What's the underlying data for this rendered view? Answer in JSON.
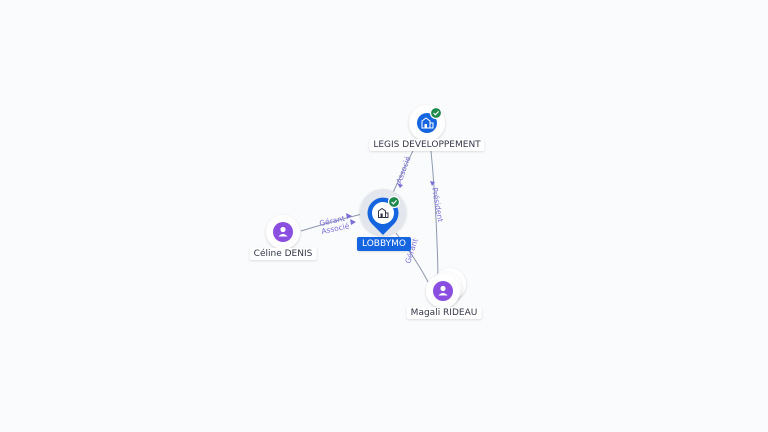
{
  "colors": {
    "company": "#1565e0",
    "person": "#8a4fe0",
    "verified": "#1f8a4c",
    "edge": "#8e98ad",
    "edge_label": "#7b6fd6"
  },
  "nodes": {
    "lobbymo": {
      "label": "LOBBYMO",
      "icon": "building-icon",
      "verified": true
    },
    "legis": {
      "label": "LEGIS DEVELOPPEMENT",
      "icon": "building-icon",
      "verified": true
    },
    "celine": {
      "label": "Céline DENIS",
      "icon": "person-icon"
    },
    "magali": {
      "label": "Magali RIDEAU",
      "icon": "person-icon"
    }
  },
  "edges": {
    "celine_lobbymo": {
      "labels": [
        "Gérant",
        "Associé"
      ]
    },
    "lobbymo_legis": {
      "labels": [
        "Associé"
      ]
    },
    "magali_lobbymo": {
      "labels": [
        "Gérant"
      ]
    },
    "magali_legis": {
      "labels": [
        "Président"
      ]
    }
  }
}
